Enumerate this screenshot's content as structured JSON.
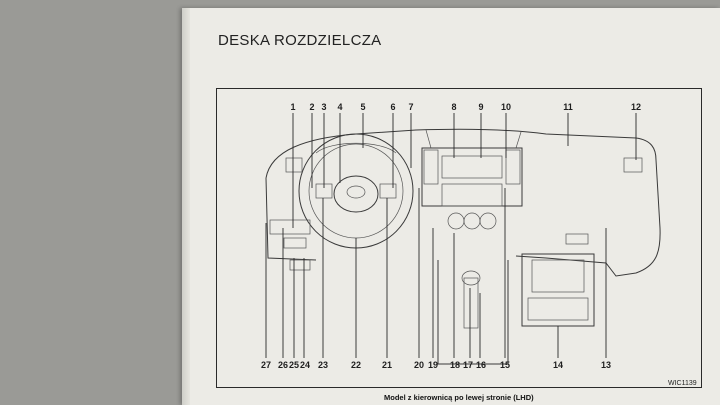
{
  "page": {
    "title": "DESKA ROZDZIELCZA",
    "figure_code": "WIC1139",
    "caption": "Model z kierownicą po lewej stronie (LHD)"
  },
  "callouts": {
    "top": [
      "1",
      "2",
      "3",
      "4",
      "5",
      "6",
      "7",
      "8",
      "9",
      "10",
      "11",
      "12"
    ],
    "bottom": [
      "27",
      "26",
      "25",
      "24",
      "23",
      "22",
      "21",
      "20",
      "19",
      "18",
      "17",
      "16",
      "15",
      "14",
      "13"
    ]
  }
}
